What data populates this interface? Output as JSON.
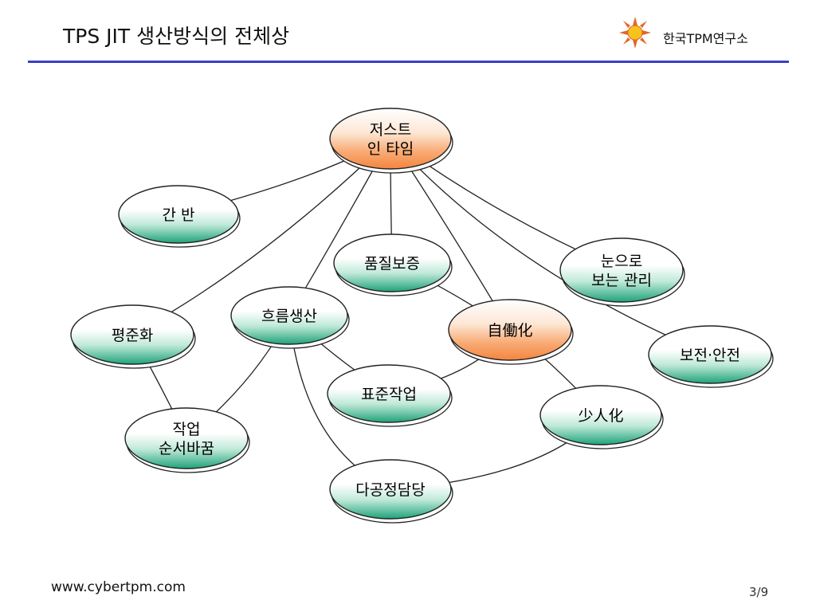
{
  "header": {
    "title": "TPS JIT 생산방식의 전체상",
    "org": "한국TPM연구소"
  },
  "footer": {
    "url": "www.cybertpm.com",
    "page": "3/9"
  },
  "colors": {
    "rule": "#3a3fc4",
    "green": "#1fa27a",
    "orange": "#f3853f"
  },
  "diagram": {
    "nodes": [
      {
        "id": "jit",
        "lines": [
          "저스트",
          "인 타임"
        ],
        "color": "orange"
      },
      {
        "id": "kanban",
        "lines": [
          "간 반"
        ],
        "color": "green"
      },
      {
        "id": "quality",
        "lines": [
          "품질보증"
        ],
        "color": "green"
      },
      {
        "id": "visual",
        "lines": [
          "눈으로",
          "보는 관리"
        ],
        "color": "green"
      },
      {
        "id": "leveling",
        "lines": [
          "평준화"
        ],
        "color": "green"
      },
      {
        "id": "flow",
        "lines": [
          "흐름생산"
        ],
        "color": "green"
      },
      {
        "id": "jidoka",
        "lines": [
          "自働化"
        ],
        "color": "orange"
      },
      {
        "id": "maintenance",
        "lines": [
          "보전·안전"
        ],
        "color": "green"
      },
      {
        "id": "stdwork",
        "lines": [
          "표준작업"
        ],
        "color": "green"
      },
      {
        "id": "shojinka",
        "lines": [
          "少人化"
        ],
        "color": "green"
      },
      {
        "id": "sequence",
        "lines": [
          "작업",
          "순서바꿈"
        ],
        "color": "green"
      },
      {
        "id": "multi",
        "lines": [
          "다공정담당"
        ],
        "color": "green"
      }
    ],
    "edges": [
      [
        "jit",
        "kanban"
      ],
      [
        "jit",
        "leveling"
      ],
      [
        "jit",
        "flow"
      ],
      [
        "jit",
        "quality"
      ],
      [
        "jit",
        "jidoka"
      ],
      [
        "jit",
        "visual"
      ],
      [
        "jit",
        "maintenance"
      ],
      [
        "leveling",
        "sequence"
      ],
      [
        "flow",
        "sequence"
      ],
      [
        "flow",
        "stdwork"
      ],
      [
        "flow",
        "multi"
      ],
      [
        "quality",
        "jidoka"
      ],
      [
        "jidoka",
        "stdwork"
      ],
      [
        "jidoka",
        "shojinka"
      ],
      [
        "multi",
        "shojinka"
      ]
    ]
  }
}
